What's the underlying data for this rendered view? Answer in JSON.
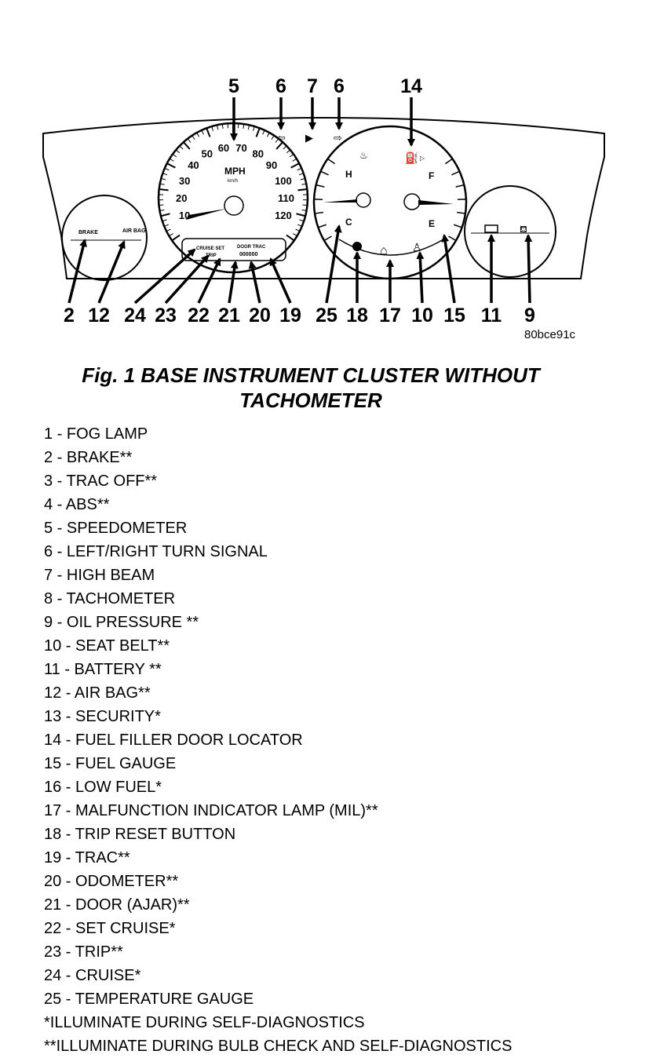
{
  "figure_code": "80bce91c",
  "caption_line1": "Fig. 1 BASE INSTRUMENT CLUSTER WITHOUT",
  "caption_line2": "TACHOMETER",
  "top_callouts": [
    "5",
    "6",
    "7",
    "6",
    "14"
  ],
  "bottom_callouts": [
    "2",
    "12",
    "24",
    "23",
    "22",
    "21",
    "20",
    "19",
    "25",
    "18",
    "17",
    "10",
    "15",
    "11",
    "9"
  ],
  "speedometer": {
    "unit": "MPH",
    "unit_metric": "km/h",
    "scale": [
      "10",
      "20",
      "30",
      "40",
      "50",
      "60",
      "70",
      "80",
      "90",
      "100",
      "110",
      "120"
    ],
    "window_labels": [
      "CRUISE SET",
      "TRIP",
      "DOOR TRAC",
      "000000"
    ]
  },
  "temp_gauge": {
    "hot": "H",
    "cold": "C"
  },
  "fuel_gauge": {
    "full": "F",
    "empty": "E"
  },
  "left_gauge_labels": [
    "BRAKE",
    "AIR BAG"
  ],
  "legend": [
    "1 - FOG LAMP",
    "2 - BRAKE**",
    "3 - TRAC OFF**",
    "4 - ABS**",
    "5 - SPEEDOMETER",
    "6 - LEFT/RIGHT TURN SIGNAL",
    "7 - HIGH BEAM",
    "8 - TACHOMETER",
    "9 - OIL PRESSURE **",
    "10 - SEAT BELT**",
    "11 - BATTERY **",
    "12 - AIR BAG**",
    "13 - SECURITY*",
    "14 - FUEL FILLER DOOR LOCATOR",
    "15 - FUEL GAUGE",
    "16 - LOW FUEL*",
    "17 - MALFUNCTION INDICATOR LAMP (MIL)**",
    "18 - TRIP RESET BUTTON",
    "19 - TRAC**",
    "20 - ODOMETER**",
    "21 - DOOR (AJAR)**",
    "22 - SET CRUISE*",
    "23 - TRIP**",
    "24 - CRUISE*",
    "25 - TEMPERATURE GAUGE"
  ],
  "notes": [
    "*ILLUMINATE DURING SELF-DIAGNOSTICS",
    "**ILLUMINATE DURING BULB CHECK AND SELF-DIAGNOSTICS"
  ]
}
